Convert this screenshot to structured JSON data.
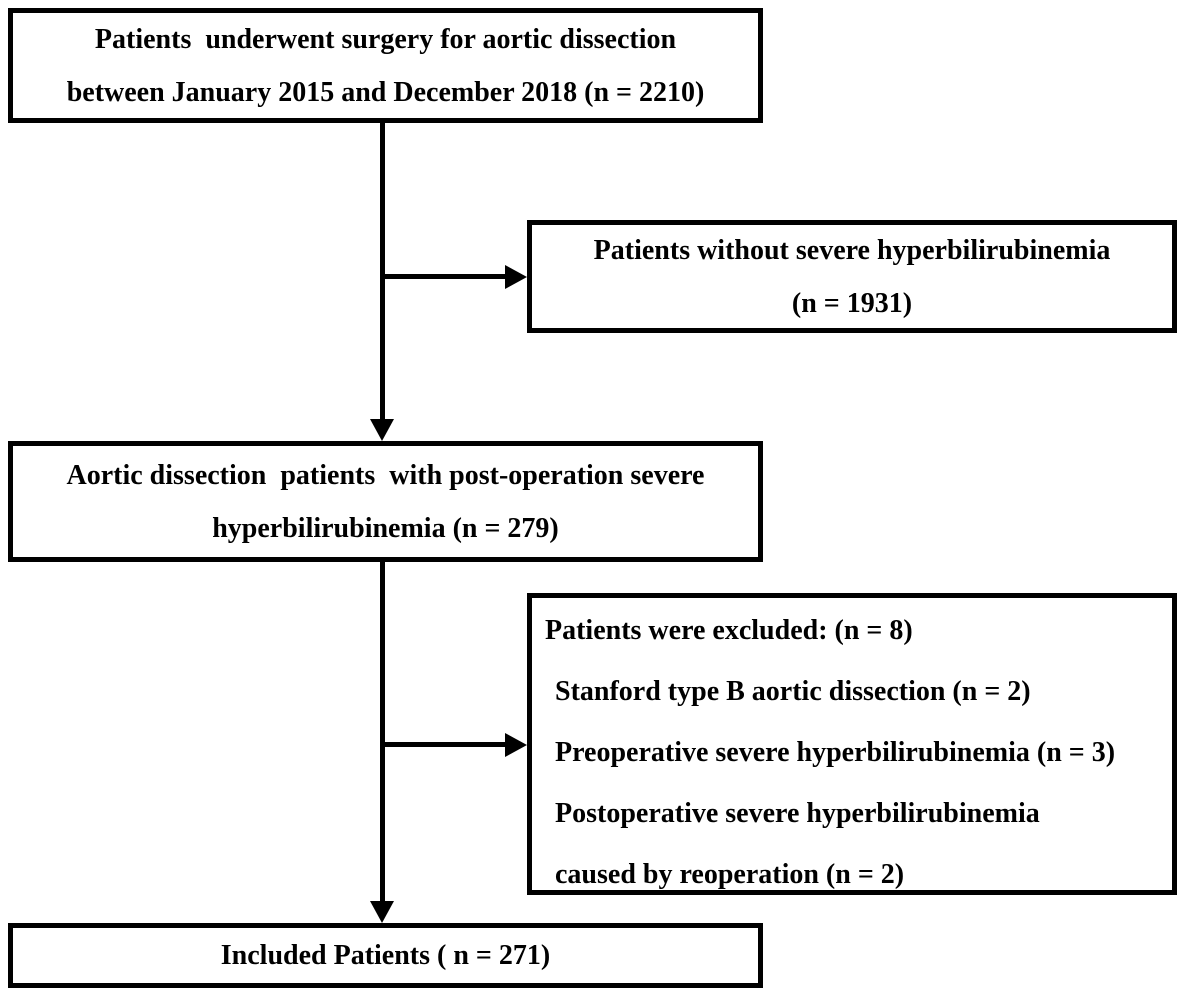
{
  "figure": {
    "type": "flow-diagram",
    "colors": {
      "line": "#000000",
      "text": "#000000",
      "background": "#ffffff"
    },
    "boxes": [
      {
        "id": "surgery-total",
        "lines": [
          "Patients  underwent surgery for aortic dissection",
          "between January 2015 and December 2018 (n = 2210)"
        ]
      },
      {
        "id": "without-severe-hyperbilirubinemia",
        "lines": [
          "Patients without severe hyperbilirubinemia",
          "(n = 1931)"
        ]
      },
      {
        "id": "postop-severe-hyperbilirubinemia",
        "lines": [
          "Aortic dissection  patients  with post-operation severe",
          "hyperbilirubinemia (n = 279)"
        ]
      },
      {
        "id": "excluded-patients",
        "lines": [
          "Patients were excluded: (n = 8)",
          "Stanford type B aortic dissection (n = 2)",
          "Preoperative severe hyperbilirubinemia (n = 3)",
          "Postoperative severe hyperbilirubinemia",
          "caused by reoperation (n = 2)"
        ]
      },
      {
        "id": "included-patients",
        "lines": [
          "Included Patients ( n = 271)"
        ]
      }
    ]
  }
}
